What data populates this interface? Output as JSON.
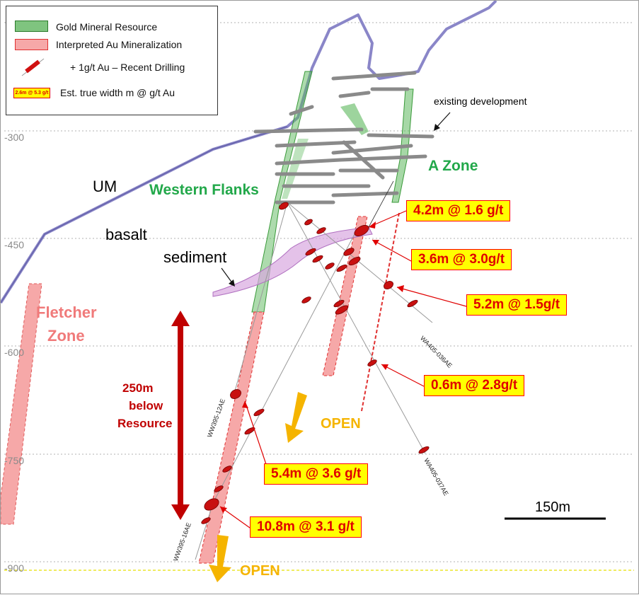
{
  "legend": {
    "gold_resource": "Gold Mineral Resource",
    "interpreted": "Interpreted Au Mineralization",
    "drilling": "+ 1g/t Au – Recent Drilling",
    "swatch_text": "2.6m @ 5.3 g/t",
    "true_width": "Est. true width m @ g/t Au"
  },
  "depths": [
    "-300",
    "-450",
    "-600",
    "-750",
    "-900"
  ],
  "labels": {
    "um": "UM",
    "basalt": "basalt",
    "sediment": "sediment",
    "existing_dev": "existing development",
    "western_flanks": "Western Flanks",
    "a_zone": "A Zone",
    "fletcher_1": "Fletcher",
    "fletcher_2": "Zone",
    "below_1": "250m",
    "below_2": "below",
    "below_3": "Resource",
    "open_1": "OPEN",
    "open_2": "OPEN",
    "scale": "150m"
  },
  "holes": {
    "h036": "WA405-036AE",
    "h037": "WA405-037AE",
    "h12": "WW395-12AE",
    "h16": "WW395-16AE"
  },
  "callouts": [
    "4.2m @ 1.6 g/t",
    "3.6m @ 3.0g/t",
    "5.2m @ 1.5g/t",
    "0.6m @ 2.8g/t",
    "5.4m @ 3.6 g/t",
    "10.8m @ 3.1 g/t"
  ],
  "colors": {
    "resource": "#5cb85c",
    "mineralization": "#f4a0a0",
    "callout_bg": "#ffff00",
    "callout_text": "#e00000",
    "surface": "#8080c0",
    "open_arrow": "#f5b400",
    "below_arrow": "#c00000"
  }
}
